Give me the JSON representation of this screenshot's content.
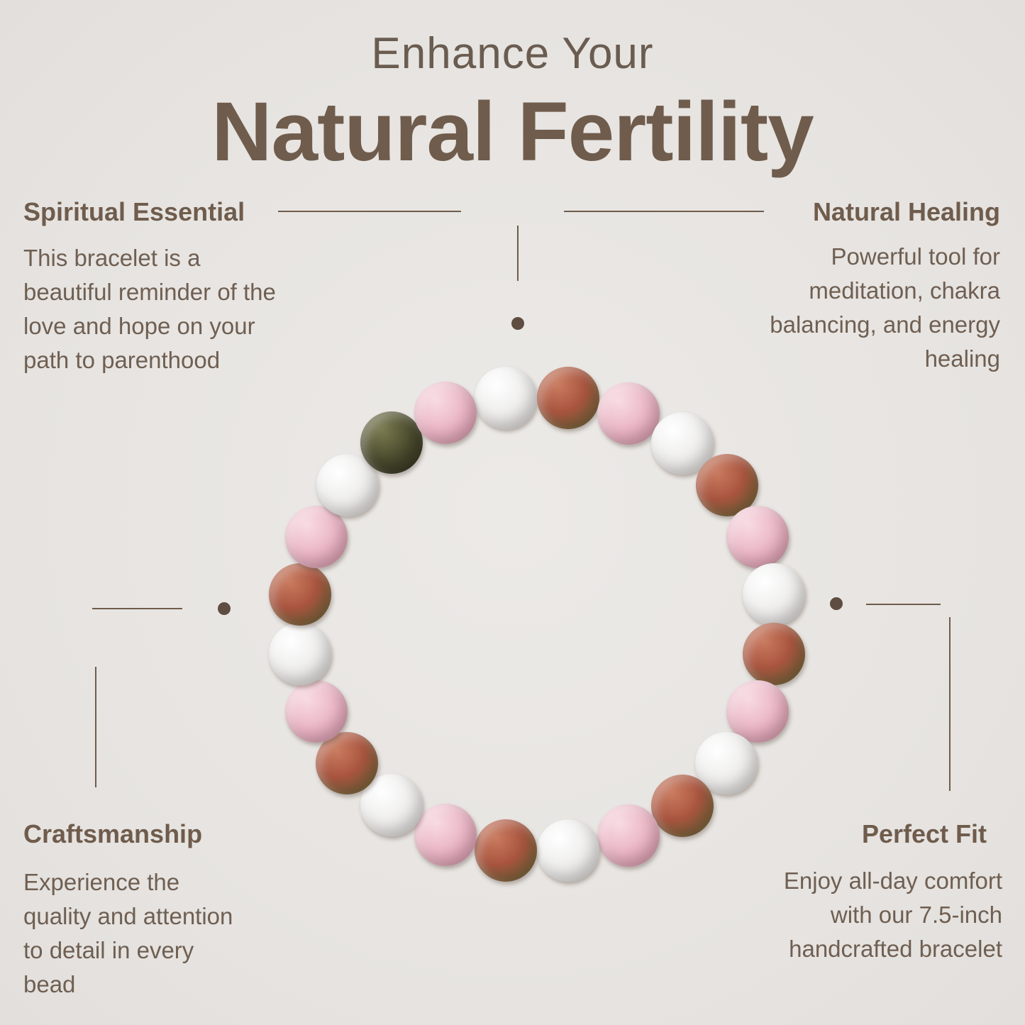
{
  "header": {
    "subtitle": "Enhance Your",
    "title": "Natural Fertility"
  },
  "features": [
    {
      "heading": "Spiritual Essential",
      "text": [
        "This bracelet is a",
        "beautiful reminder of the",
        "love and hope on your",
        "path to parenthood"
      ]
    },
    {
      "heading": "Natural Healing",
      "text": [
        "Powerful tool for",
        "meditation, chakra",
        "balancing, and energy",
        "healing"
      ]
    },
    {
      "heading": "Craftsmanship",
      "text": [
        "Experience the",
        "quality and attention",
        "to detail in every",
        "bead"
      ]
    },
    {
      "heading": "Perfect Fit",
      "text": [
        "Enjoy all-day comfort",
        "with our 7.5-inch",
        "handcrafted bracelet"
      ]
    }
  ],
  "bracelet": {
    "bead_colors": {
      "white": "#ecebea",
      "pink": "#e9b2c2",
      "unakite": "#a9553f",
      "dark": "#4a4a2e"
    },
    "beads": [
      "white",
      "unakite",
      "pink",
      "white",
      "unakite",
      "pink",
      "white",
      "unakite",
      "pink",
      "white",
      "unakite",
      "pink",
      "white",
      "unakite",
      "pink",
      "white",
      "unakite",
      "pink",
      "white",
      "unakite",
      "pink",
      "white",
      "dark",
      "pink"
    ]
  }
}
